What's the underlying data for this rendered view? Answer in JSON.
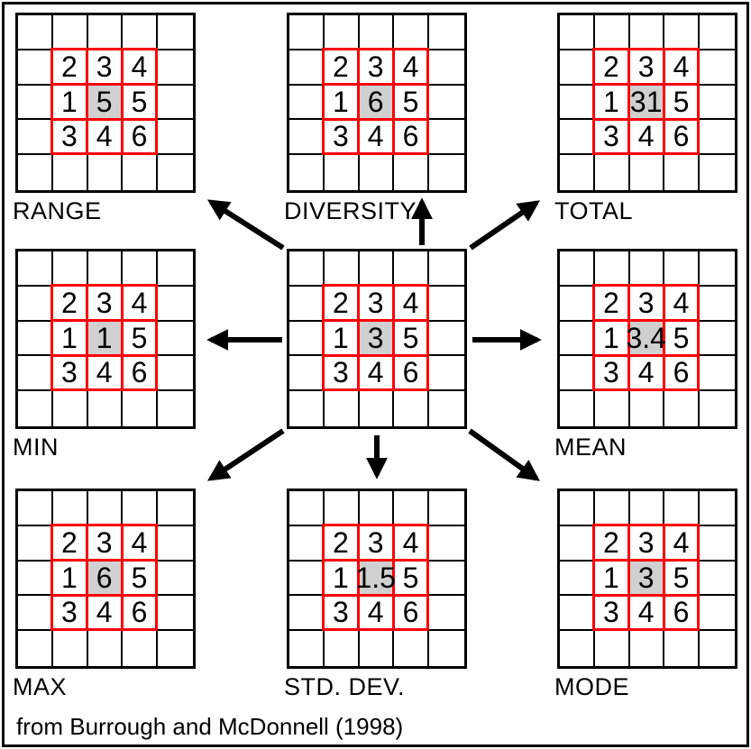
{
  "figure": {
    "caption": "from Burrough and McDonnell (1998)",
    "colors": {
      "neighborhood_outline": "#fb0006",
      "focal_cell_fill": "#d0d0d0",
      "grid_line": "#000000",
      "background": "#ffffff"
    },
    "arrow_directions": [
      "up-left",
      "up",
      "up-right",
      "left",
      "right",
      "down-left",
      "down",
      "down-right"
    ]
  },
  "grids": [
    {
      "id": "range",
      "label": "RANGE",
      "focal_value": "5",
      "cells": [
        "2",
        "3",
        "4",
        "1",
        "5",
        "5",
        "3",
        "4",
        "6"
      ]
    },
    {
      "id": "diversity",
      "label": "DIVERSITY",
      "focal_value": "6",
      "cells": [
        "2",
        "3",
        "4",
        "1",
        "6",
        "5",
        "3",
        "4",
        "6"
      ]
    },
    {
      "id": "total",
      "label": "TOTAL",
      "focal_value": "31",
      "cells": [
        "2",
        "3",
        "4",
        "1",
        "31",
        "5",
        "3",
        "4",
        "6"
      ]
    },
    {
      "id": "min",
      "label": "MIN",
      "focal_value": "1",
      "cells": [
        "2",
        "3",
        "4",
        "1",
        "1",
        "5",
        "3",
        "4",
        "6"
      ]
    },
    {
      "id": "input",
      "label": "",
      "focal_value": "3",
      "cells": [
        "2",
        "3",
        "4",
        "1",
        "3",
        "5",
        "3",
        "4",
        "6"
      ]
    },
    {
      "id": "mean",
      "label": "MEAN",
      "focal_value": "3.4",
      "cells": [
        "2",
        "3",
        "4",
        "1",
        "3.4",
        "5",
        "3",
        "4",
        "6"
      ]
    },
    {
      "id": "max",
      "label": "MAX",
      "focal_value": "6",
      "cells": [
        "2",
        "3",
        "4",
        "1",
        "6",
        "5",
        "3",
        "4",
        "6"
      ]
    },
    {
      "id": "stddev",
      "label": "STD. DEV.",
      "focal_value": "1.5",
      "cells": [
        "2",
        "3",
        "4",
        "1",
        "1.5",
        "5",
        "3",
        "4",
        "6"
      ]
    },
    {
      "id": "mode",
      "label": "MODE",
      "focal_value": "3",
      "cells": [
        "2",
        "3",
        "4",
        "1",
        "3",
        "5",
        "3",
        "4",
        "6"
      ]
    }
  ]
}
